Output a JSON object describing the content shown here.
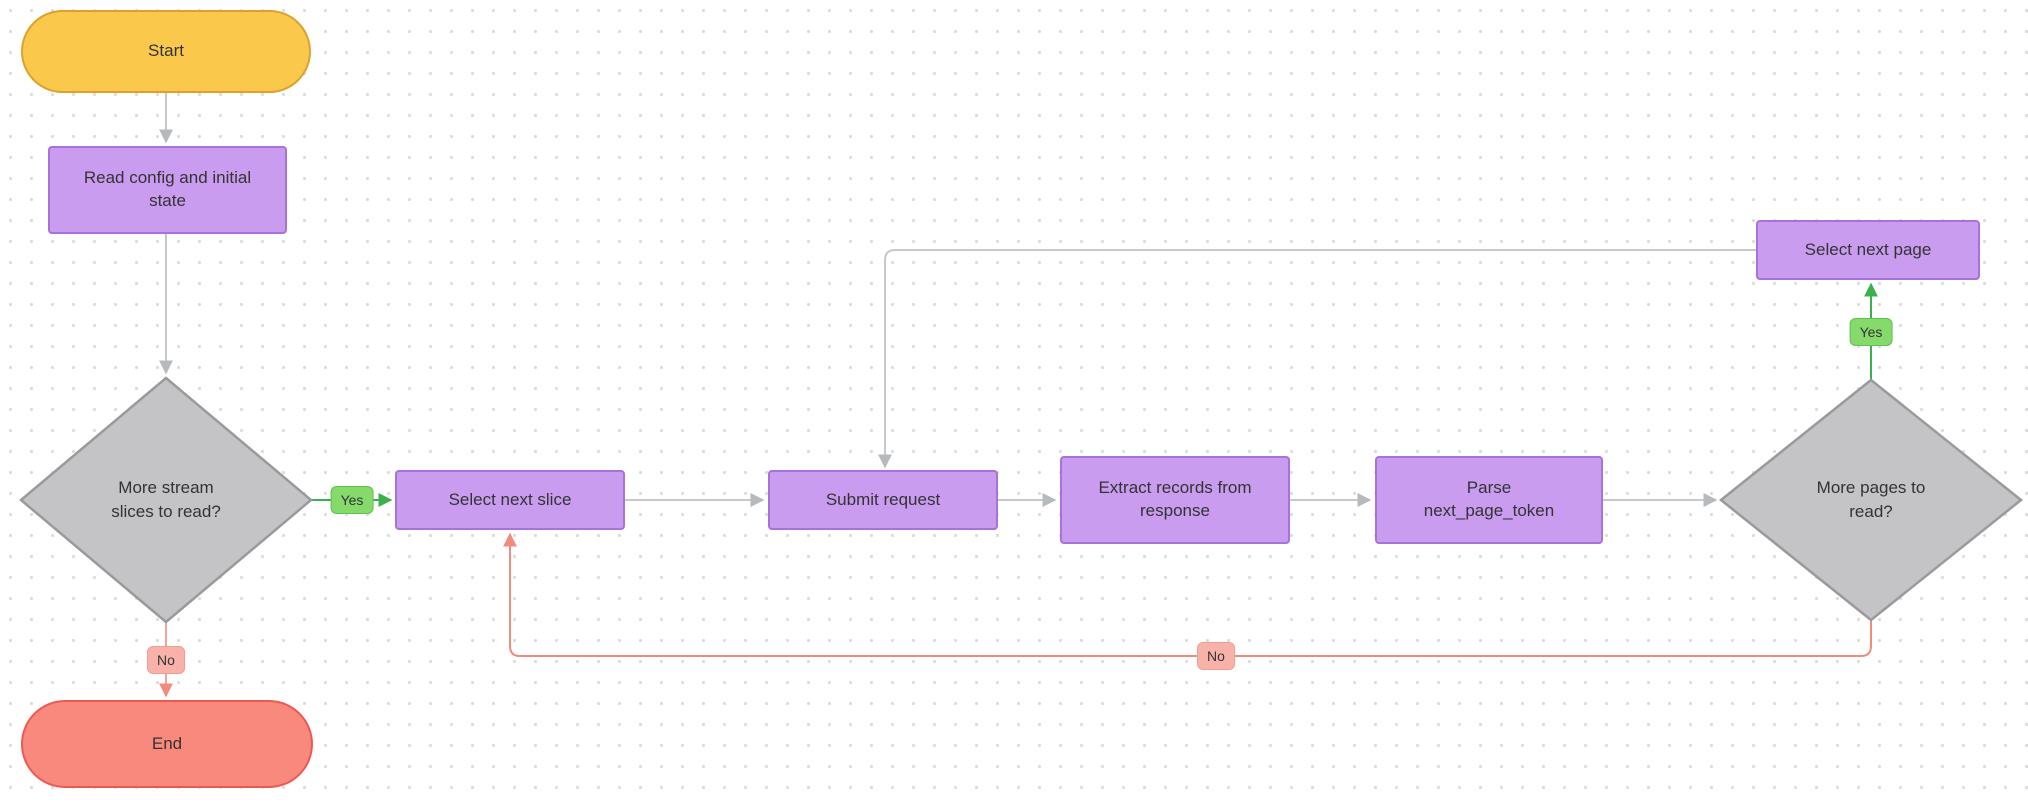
{
  "diagram": {
    "type": "flowchart",
    "description": "Stream reading / pagination flow"
  },
  "nodes": {
    "start": {
      "label": "Start",
      "shape": "stadium"
    },
    "read_config": {
      "label": "Read config and initial\nstate",
      "shape": "rect"
    },
    "more_slices": {
      "label": "More stream\nslices to read?",
      "shape": "diamond"
    },
    "select_slice": {
      "label": "Select next slice",
      "shape": "rect"
    },
    "submit_request": {
      "label": "Submit request",
      "shape": "rect"
    },
    "extract_records": {
      "label": "Extract records from\nresponse",
      "shape": "rect"
    },
    "parse_token": {
      "label": "Parse\nnext_page_token",
      "shape": "rect"
    },
    "more_pages": {
      "label": "More pages to\nread?",
      "shape": "diamond"
    },
    "select_page": {
      "label": "Select next page",
      "shape": "rect"
    },
    "end": {
      "label": "End",
      "shape": "stadium"
    }
  },
  "edge_labels": {
    "more_slices_yes": "Yes",
    "more_slices_no": "No",
    "more_pages_yes": "Yes",
    "more_pages_no": "No"
  },
  "colors": {
    "start_fill": "#FAC84A",
    "start_border": "#DCA22F",
    "process_fill": "#C99CEF",
    "process_border": "#A873D9",
    "decision_fill": "#C4C4C6",
    "decision_border": "#9A9A9C",
    "end_fill": "#F9897C",
    "end_border": "#EC5A4F",
    "yes_badge_fill": "#86D96B",
    "no_badge_fill": "#F9B2A9",
    "edge_gray": "#C6C8CA",
    "edge_green": "#3CB14B",
    "edge_red": "#F28B7F"
  }
}
